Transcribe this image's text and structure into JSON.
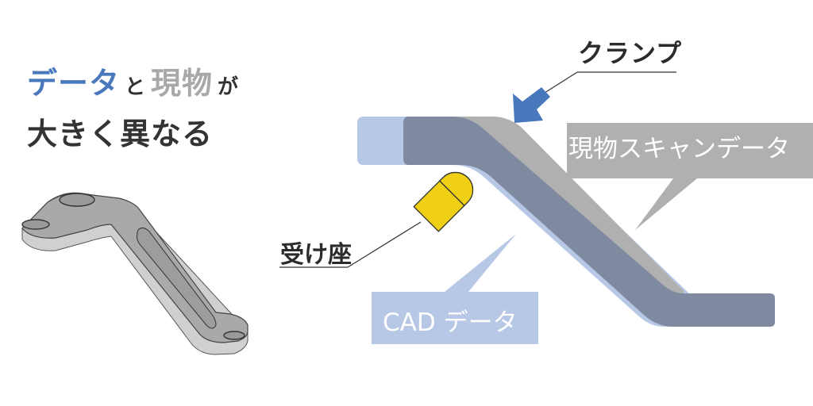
{
  "headline": {
    "line1": {
      "part1": "データ",
      "part2": "と",
      "part3": "現物",
      "part4": "が"
    },
    "line2": "大きく異なる"
  },
  "labels": {
    "clamp": "クランプ",
    "seat": "受け座",
    "scan_data": "現物スキャンデータ",
    "cad_data": "CAD データ"
  },
  "colors": {
    "accent_blue": "#4a78bd",
    "gray_text": "#a8a8a8",
    "dark_text": "#333333",
    "cad_fill": "#b7c7e6",
    "scan_fill": "#b0b0b0",
    "overlap_fill": "#7f8aa1",
    "seat_fill": "#f0d014"
  }
}
